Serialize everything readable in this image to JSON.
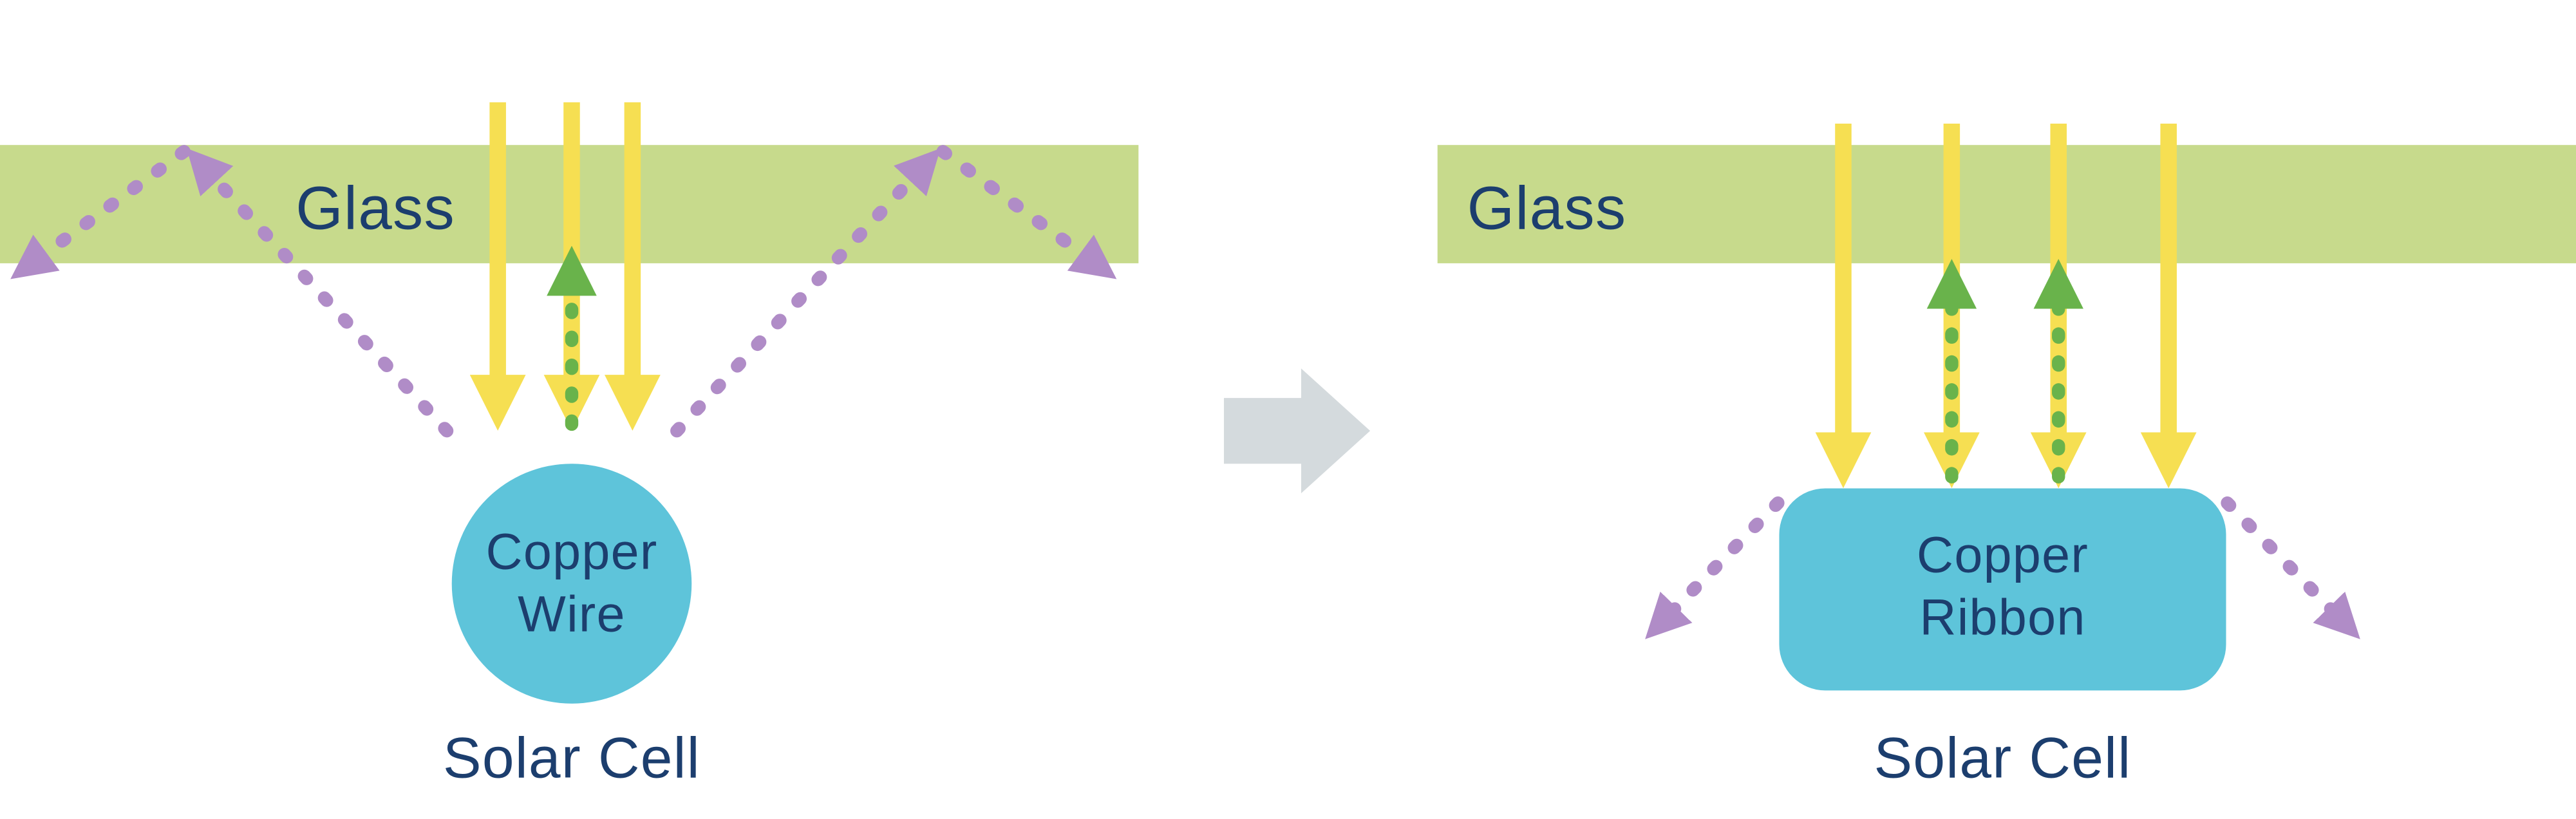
{
  "colors": {
    "glass": "#c7da8c",
    "sunlight": "#f6df52",
    "recaptured": "#69b34b",
    "reflected": "#b08cc7",
    "conductor": "#5ec4da",
    "label": "#1c3e6e",
    "transition-arrow": "#d4dadd"
  },
  "left_panel": {
    "glass_label": "Glass",
    "conductor_label_line1": "Copper",
    "conductor_label_line2": "Wire",
    "cell_label": "Solar Cell"
  },
  "right_panel": {
    "glass_label": "Glass",
    "conductor_label_line1": "Copper",
    "conductor_label_line2": "Ribbon",
    "cell_label": "Solar Cell"
  }
}
